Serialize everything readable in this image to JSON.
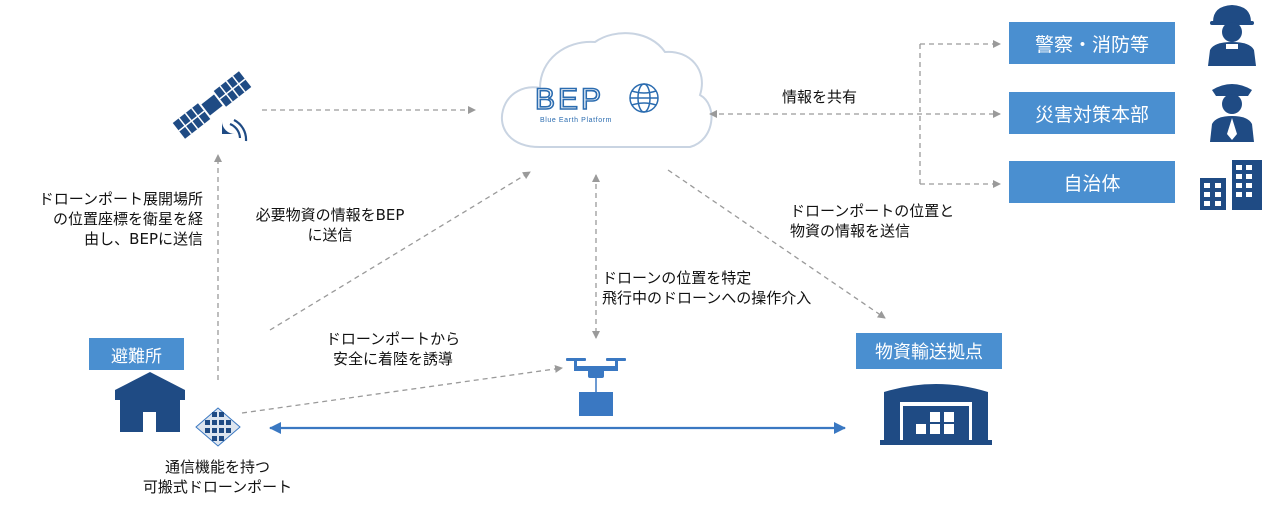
{
  "colors": {
    "accent_box": "#4a8fd0",
    "icon_navy": "#1f4b84",
    "arrow_gray": "#9a9a9a",
    "arrow_blue": "#3a78c2",
    "cloud_stroke": "#c9d4e2",
    "bep_logo": "#2b6cb0"
  },
  "bep": {
    "logo_text": "BEP",
    "tagline": "Blue Earth Platform"
  },
  "organizations": {
    "police_fire": "警察・消防等",
    "disaster_hq": "災害対策本部",
    "municipality": "自治体"
  },
  "nodes": {
    "shelter": "避難所",
    "logistics_hub": "物資輸送拠点"
  },
  "labels": {
    "share_info": "情報を共有",
    "satellite_lines": [
      "ドローンポート展開場所",
      "の位置座標を衛星を経",
      "由し、BEPに送信"
    ],
    "supplies_info_lines": [
      "必要物資の情報をBEP",
      "に送信"
    ],
    "dronport_position_lines": [
      "ドローンポートの位置と",
      "物資の情報を送信"
    ],
    "drone_control_lines": [
      "ドローンの位置を特定",
      "飛行中のドローンへの操作介入"
    ],
    "landing_guide_lines": [
      "ドローンポートから",
      "安全に着陸を誘導"
    ],
    "portable_port_lines": [
      "通信機能を持つ",
      "可搬式ドローンポート"
    ]
  },
  "icons": {
    "satellite": "satellite-icon",
    "cloud": "cloud-icon",
    "globe": "globe-icon",
    "firefighter": "firefighter-icon",
    "police": "police-officer-icon",
    "buildings": "buildings-icon",
    "house": "house-icon",
    "drone_port": "drone-port-icon",
    "drone": "drone-icon",
    "warehouse": "warehouse-icon"
  }
}
